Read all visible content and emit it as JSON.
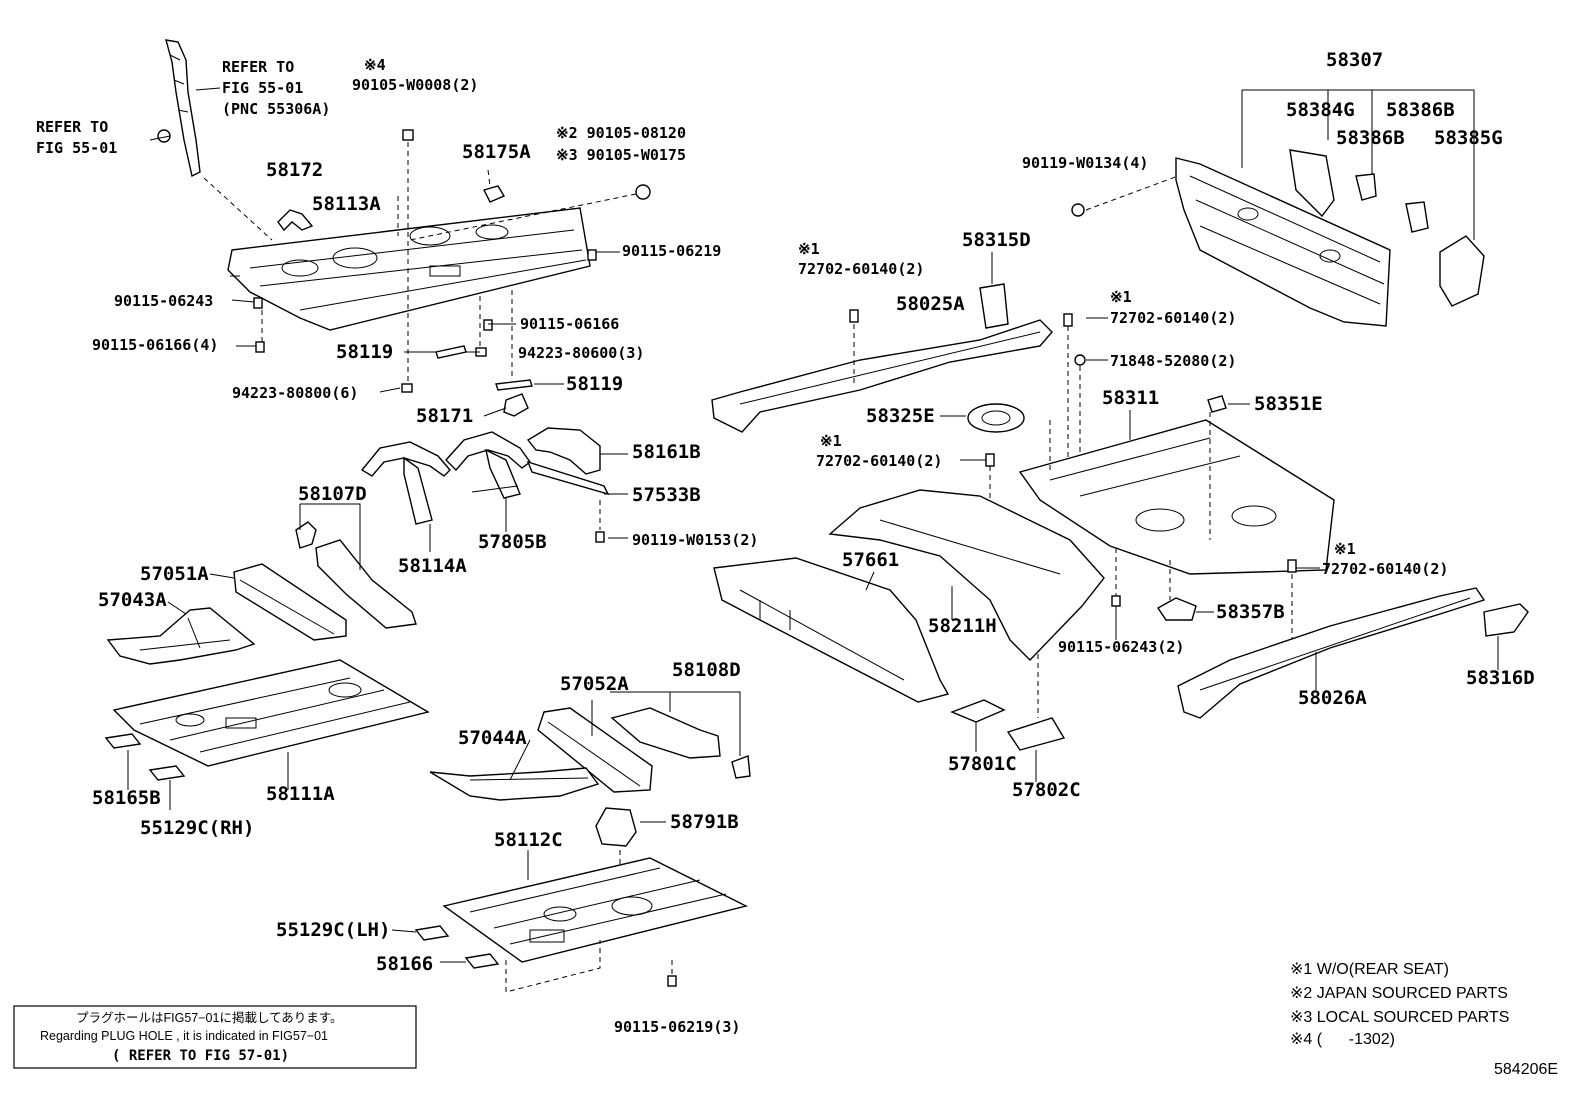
{
  "labels": {
    "refer_a": "REFER TO",
    "fig_a": "FIG 55-01",
    "pnc_a": "(PNC 55306A)",
    "refer_b": "REFER TO",
    "fig_b": "FIG 55-01",
    "note4_mark": "※4",
    "p90105_w0008": "90105-W0008(2)",
    "note2_bolt": "※2 90105-08120",
    "note3_bolt": "※3 90105-W0175",
    "p58175A": "58175A",
    "p58172": "58172",
    "p58113A": "58113A",
    "p90115_06219a": "90115-06219",
    "p90115_06243a": "90115-06243",
    "p90115_06166a": "90115-06166",
    "p90115_06166_4": "90115-06166(4)",
    "p58119a": "58119",
    "p94223_80600": "94223-80600(3)",
    "p58119b": "58119",
    "p94223_80800": "94223-80800(6)",
    "p58171": "58171",
    "p58161B": "58161B",
    "p57533B": "57533B",
    "p90119_w0153": "90119-W0153(2)",
    "p58107D": "58107D",
    "p58114A": "58114A",
    "p57805B": "57805B",
    "p57051A": "57051A",
    "p57043A": "57043A",
    "p58111A": "58111A",
    "p58165B": "58165B",
    "p55129C_rh": "55129C(RH)",
    "p57052A": "57052A",
    "p58108D": "58108D",
    "p57044A": "57044A",
    "p58791B": "58791B",
    "p58112C": "58112C",
    "p55129C_lh": "55129C(LH)",
    "p58166": "58166",
    "p90115_06219_3": "90115-06219(3)",
    "p58307": "58307",
    "p58384G": "58384G",
    "p58386B_a": "58386B",
    "p58386B_b": "58386B",
    "p58385G": "58385G",
    "p90119_w0134": "90119-W0134(4)",
    "p58315D": "58315D",
    "note1_a": "※1",
    "p72702_a": "72702-60140(2)",
    "p58025A": "58025A",
    "note1_b": "※1",
    "p72702_b": "72702-60140(2)",
    "p71848": "71848-52080(2)",
    "p58311": "58311",
    "p58351E": "58351E",
    "p58325E": "58325E",
    "note1_c": "※1",
    "p72702_c": "72702-60140(2)",
    "p57661": "57661",
    "p58211H": "58211H",
    "note1_d": "※1",
    "p72702_d": "72702-60140(2)",
    "p58357B": "58357B",
    "p90115_06243_2": "90115-06243(2)",
    "p58316D": "58316D",
    "p58026A": "58026A",
    "p57801C": "57801C",
    "p57802C": "57802C",
    "legend1": "※1 W/O(REAR SEAT)",
    "legend2": "※2 JAPAN SOURCED PARTS",
    "legend3": "※3 LOCAL SOURCED PARTS",
    "legend4": "※4 (      -1302)",
    "plug_jp": "プラグホールはFIG57−01に掲載してあります。",
    "plug_en": "Regarding PLUG HOLE , it is indicated in FIG57−01",
    "plug_ref": "( REFER TO FIG 57-01)",
    "diagram_id": "584206E"
  }
}
